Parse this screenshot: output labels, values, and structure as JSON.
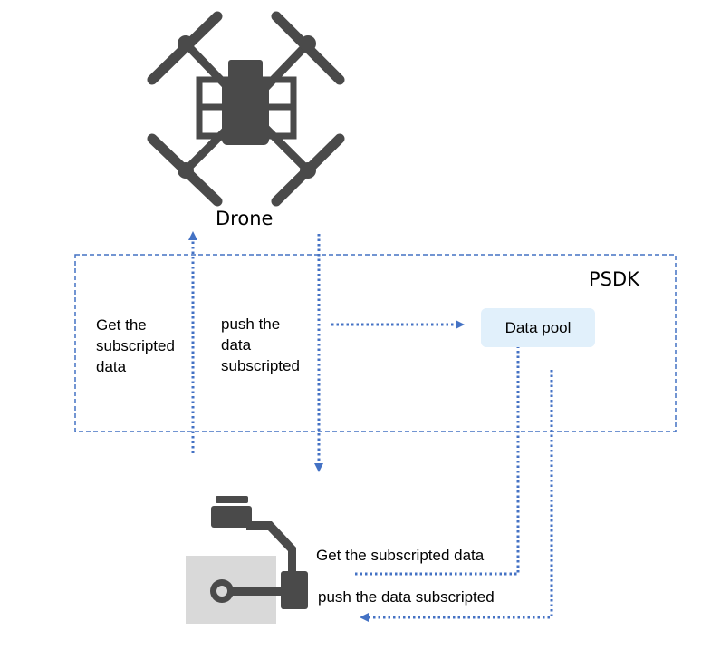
{
  "drone": {
    "label": "Drone",
    "icon": "drone-icon"
  },
  "psdk": {
    "label": "PSDK"
  },
  "data_pool": {
    "label": "Data pool"
  },
  "flows": {
    "get_left": "Get the\nsubscripted\ndata",
    "push_left": "push the\ndata\nsubscripted",
    "get_bottom": "Get the subscripted data",
    "push_bottom": "push the data subscripted"
  },
  "payload": {
    "icon": "gimbal-camera-icon"
  },
  "colors": {
    "arrow": "#4472c4",
    "icon": "#4a4a4a",
    "data_pool_fill": "#e1f0fb",
    "payload_plate": "#d9d9d9"
  }
}
